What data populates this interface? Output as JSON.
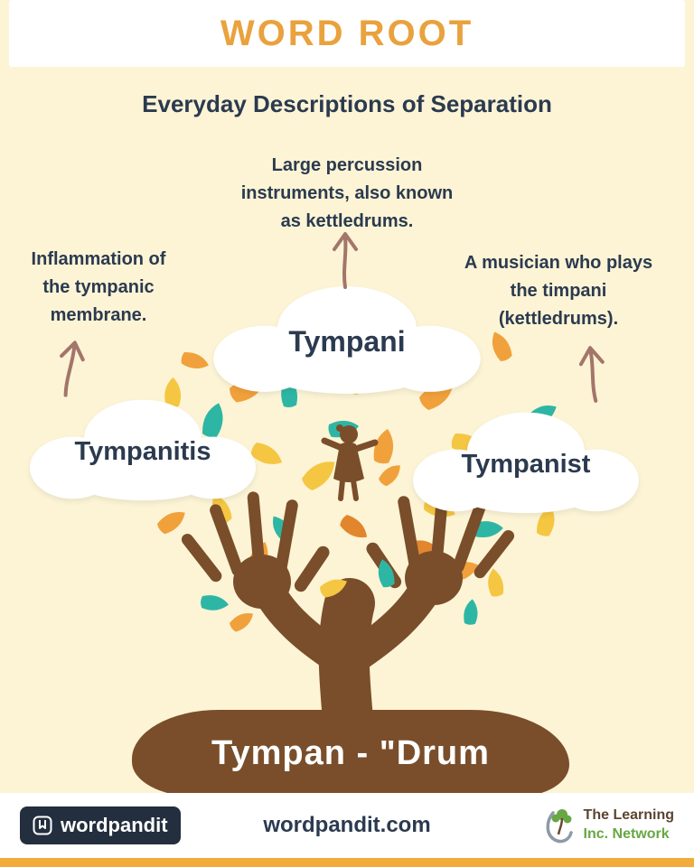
{
  "header": {
    "title": "WORD ROOT"
  },
  "subtitle": "Everyday Descriptions of Separation",
  "definitions": {
    "top": "Large percussion\ninstruments, also known\nas kettledrums.",
    "left": "Inflammation of\nthe tympanic\nmembrane.",
    "right": "A musician who plays\nthe timpani\n(kettledrums)."
  },
  "clouds": {
    "center": "Tympani",
    "left": "Tympanitis",
    "right": "Tympanist"
  },
  "root_label": "Tympan - \"Drum",
  "footer": {
    "logo": "wordpandit",
    "site": "wordpandit.com",
    "partner": {
      "line1": "The Learning",
      "line2": "Inc. Network"
    }
  },
  "colors": {
    "background": "#FCF4D5",
    "accent_orange": "#E9A23D",
    "navy": "#2B3A4F",
    "arrow_brown": "#A3756B",
    "tree_brown": "#7A4E2A",
    "leaf_teal": "#2EB6A5",
    "leaf_orange": "#F1A13B",
    "leaf_yellow": "#F5C642",
    "strip_orange": "#F2AC3C"
  },
  "icons": {
    "arrow": "up-arrow",
    "logo_icon": "bookmark-book",
    "partner_icon": "small-tree"
  }
}
